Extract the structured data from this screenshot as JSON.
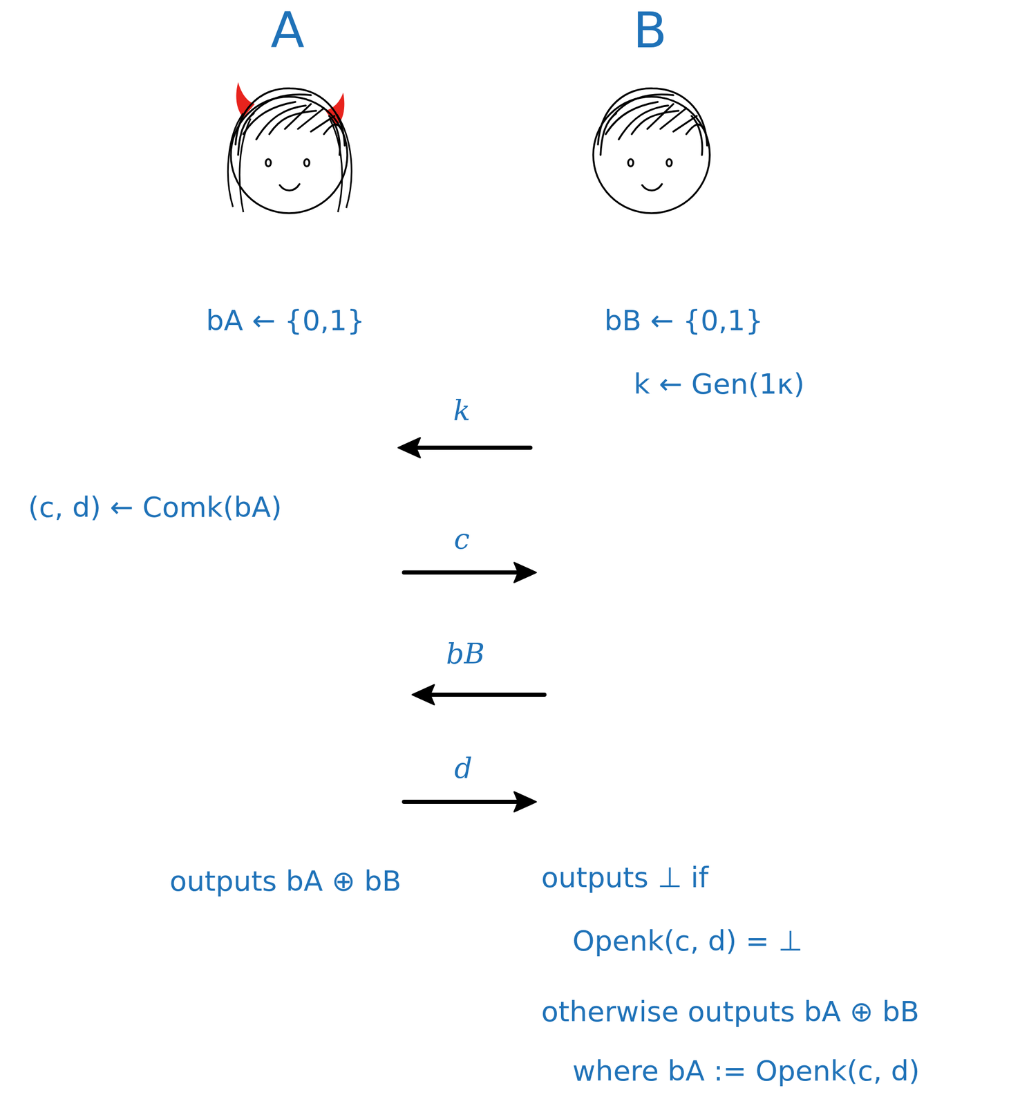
{
  "diagram": {
    "nodes": [
      {
        "text": [
          "A"
        ]
      },
      {
        "text": [
          "B"
        ]
      }
    ],
    "labels": [
      "bA ← {0,1}",
      "bB ← {0,1}",
      "k ← Gen(1κ)",
      "k",
      "(c, d) ← Comk(bA)",
      "c",
      "bB",
      "d",
      "outputs bA ⊕ bB",
      "outputs ⊥ if",
      "Openk(c, d) = ⊥",
      "otherwise outputs bA ⊕ bB",
      "where bA := Openk(c, d)"
    ]
  }
}
